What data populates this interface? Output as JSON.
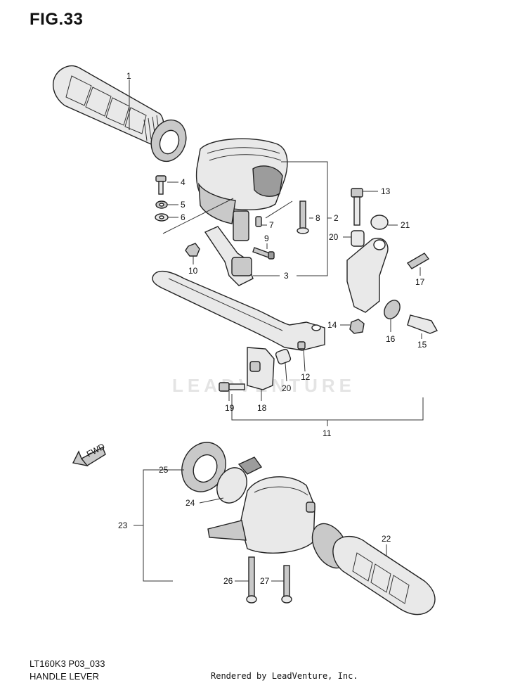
{
  "figure_title": "FIG.33",
  "footer": {
    "model_code": "LT160K3 P03_033",
    "section_name": "HANDLE LEVER",
    "rendered_by": "Rendered by LeadVenture, Inc."
  },
  "watermark": "LEADVENTURE",
  "fwd_label": "FWD",
  "callouts": {
    "c1": "1",
    "c2": "2",
    "c3": "3",
    "c4": "4",
    "c5": "5",
    "c6": "6",
    "c7": "7",
    "c8": "8",
    "c9": "9",
    "c10": "10",
    "c11": "11",
    "c12": "12",
    "c13": "13",
    "c14": "14",
    "c15": "15",
    "c16": "16",
    "c17": "17",
    "c18": "18",
    "c19": "19",
    "c20a": "20",
    "c20b": "20",
    "c21": "21",
    "c22": "22",
    "c23": "23",
    "c24": "24",
    "c25": "25",
    "c26": "26",
    "c27": "27"
  }
}
